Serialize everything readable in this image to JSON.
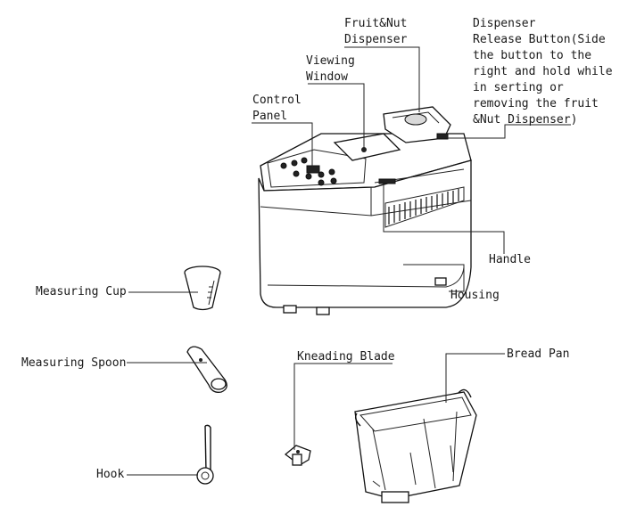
{
  "labels": {
    "fruit_nut_dispenser": [
      "Fruit&Nut",
      "Dispenser"
    ],
    "dispenser_release": [
      "Dispenser",
      "Release Button(Side",
      "the button to the",
      "right and hold while",
      "in serting or",
      "removing the fruit",
      "&Nut Dispenser)"
    ],
    "viewing_window": [
      "Viewing",
      "Window"
    ],
    "control_panel": [
      "Control",
      "Panel"
    ],
    "handle": "Handle",
    "housing": "Housing",
    "measuring_cup": "Measuring Cup",
    "measuring_spoon": "Measuring Spoon",
    "kneading_blade": "Kneading Blade",
    "bread_pan": "Bread Pan",
    "hook": "Hook"
  }
}
